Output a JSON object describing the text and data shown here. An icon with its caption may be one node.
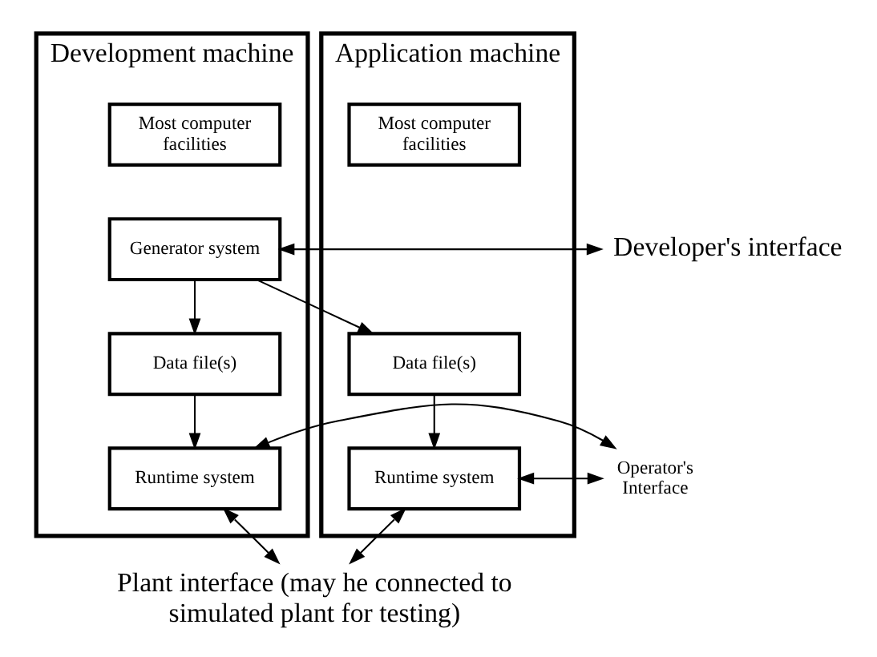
{
  "diagram": {
    "nodes": [
      {
        "text": [
          "Development machine"
        ]
      },
      {
        "text": [
          "Most computer facilities"
        ],
        "in": 0
      },
      {
        "text": [
          "Generator system"
        ],
        "in": 0
      },
      {
        "text": [
          "Data file(s)"
        ],
        "in": 0
      },
      {
        "text": [
          "Runtime system"
        ],
        "in": 0
      },
      {
        "text": [
          "Application machine"
        ]
      },
      {
        "text": [
          "Most computer facilities"
        ],
        "in": 5
      },
      {
        "text": [
          "Data file(s)"
        ],
        "in": 5
      },
      {
        "text": [
          "Runtime system"
        ],
        "in": 5
      },
      {
        "text": [
          "Developer's interface"
        ]
      },
      {
        "text": [
          "Operator's Interface"
        ]
      },
      {
        "text": [
          "Plant interface (may he connected to simulated plant for testing)"
        ]
      }
    ],
    "edges": [
      {
        "from": 9,
        "to": 2,
        "arrow": "both"
      },
      {
        "from": 2,
        "to": 3,
        "arrow": "to"
      },
      {
        "from": 2,
        "to": 7,
        "arrow": "to"
      },
      {
        "from": 3,
        "to": 4,
        "arrow": "to"
      },
      {
        "from": 7,
        "to": 8,
        "arrow": "to"
      },
      {
        "from": 4,
        "to": 10,
        "arrow": "both"
      },
      {
        "from": 10,
        "to": 8,
        "arrow": "both"
      },
      {
        "from": 4,
        "to": 11,
        "arrow": "both"
      },
      {
        "from": 8,
        "to": 11,
        "arrow": "both"
      }
    ]
  }
}
